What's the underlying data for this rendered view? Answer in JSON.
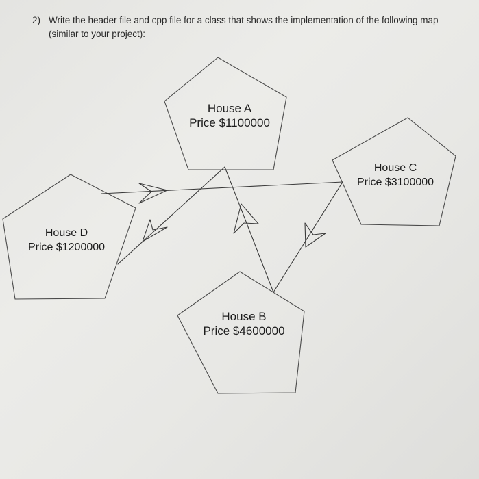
{
  "question": {
    "number": "2)",
    "text": "Write the header file and cpp file for a class that shows the implementation of the following map (similar to your project):"
  },
  "houses": {
    "a": {
      "name": "House A",
      "price": "Price $1100000"
    },
    "b": {
      "name": "House B",
      "price": "Price $4600000"
    },
    "c": {
      "name": "House C",
      "price": "Price $3100000"
    },
    "d": {
      "name": "House D",
      "price": "Price $1200000"
    }
  },
  "edges": [
    {
      "from": "House D",
      "to": "House C"
    },
    {
      "from": "House A",
      "to": "House D"
    },
    {
      "from": "House B",
      "to": "House A"
    },
    {
      "from": "House C",
      "to": "House B"
    }
  ],
  "colors": {
    "ink": "#3a3a3a",
    "paper": "#e9e9e6"
  }
}
